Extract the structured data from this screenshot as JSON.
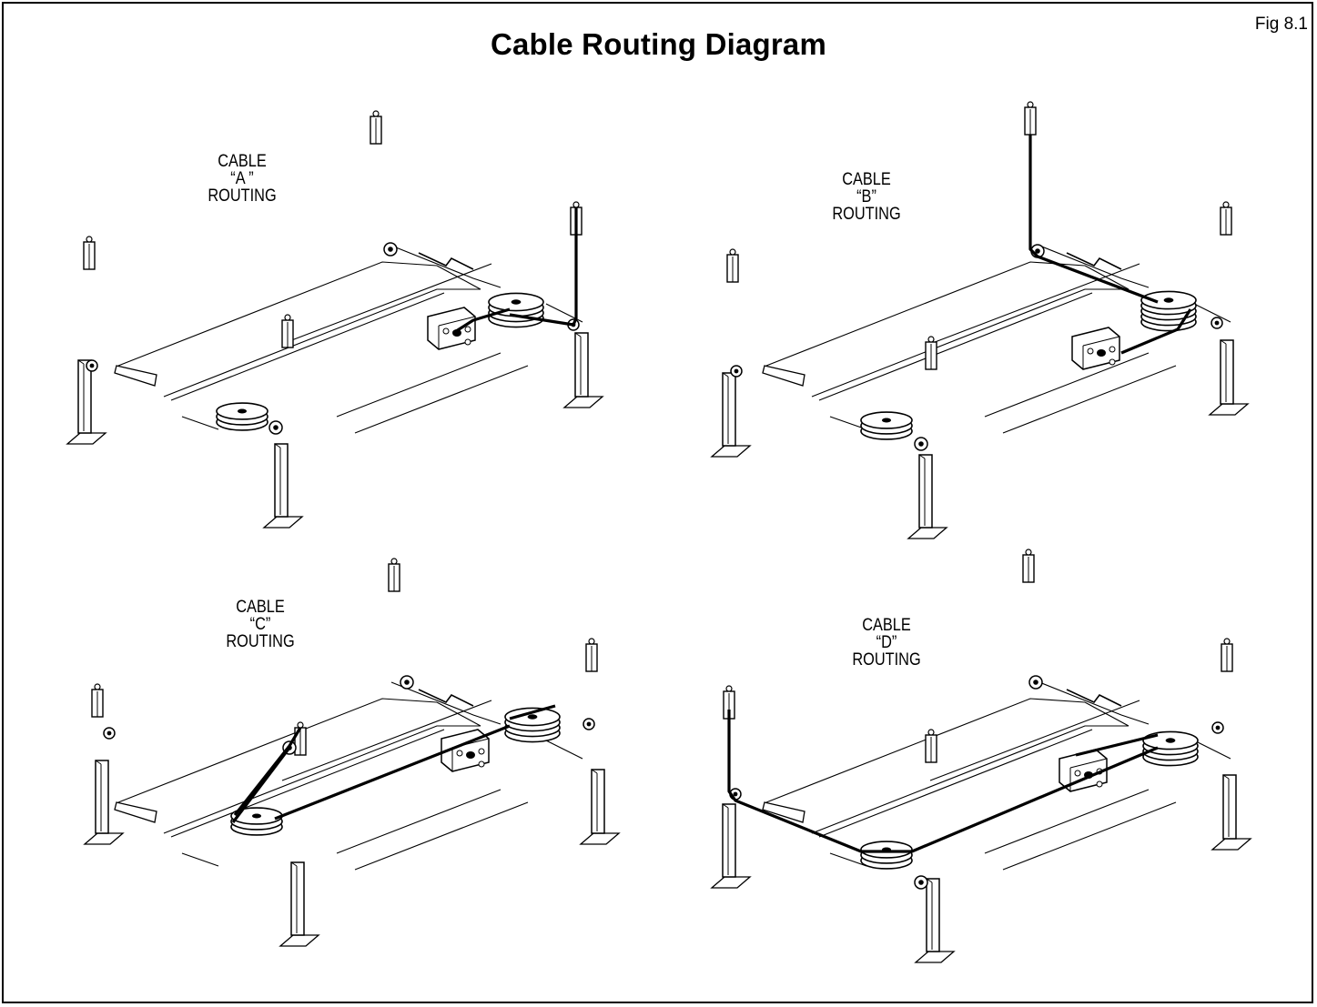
{
  "title": "Cable Routing Diagram",
  "figure": "Fig 8.1",
  "panels": [
    {
      "id": "a",
      "line1": "CABLE",
      "line2": "“A ”",
      "line3": "ROUTING"
    },
    {
      "id": "b",
      "line1": "CABLE",
      "line2": "“B”",
      "line3": "ROUTING"
    },
    {
      "id": "c",
      "line1": "CABLE",
      "line2": "“C”",
      "line3": "ROUTING"
    },
    {
      "id": "d",
      "line1": "CABLE",
      "line2": "“D”",
      "line3": "ROUTING"
    }
  ]
}
